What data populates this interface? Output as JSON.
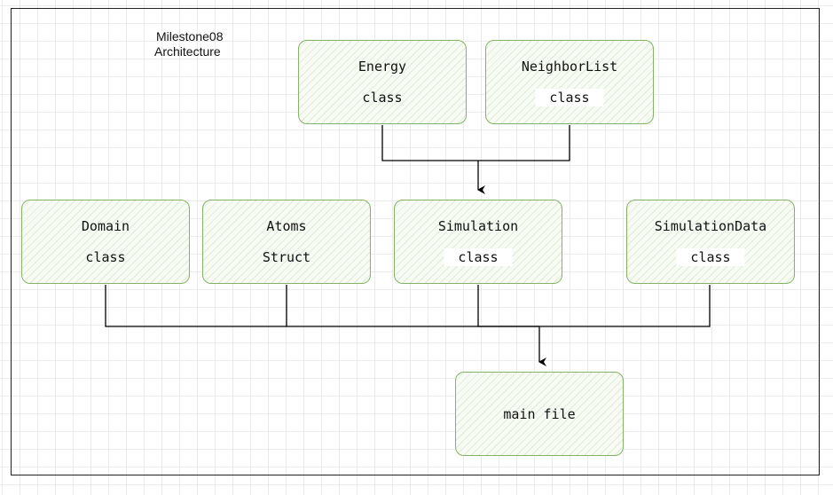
{
  "diagram": {
    "title_lines": [
      "Milestone08",
      "Architecture"
    ],
    "colors": {
      "node_border": "#82b366",
      "node_hatch": "#82b366",
      "edge": "#000000"
    },
    "nodes": {
      "energy": {
        "name": "Energy",
        "kind": "class"
      },
      "neighborlist": {
        "name": "NeighborList",
        "kind": "class"
      },
      "domain": {
        "name": "Domain",
        "kind": "class"
      },
      "atoms": {
        "name": "Atoms",
        "kind": "Struct"
      },
      "simulation": {
        "name": "Simulation",
        "kind": "class"
      },
      "simulationdata": {
        "name": "SimulationData",
        "kind": "class"
      },
      "main": {
        "name": "main file"
      }
    },
    "edges": [
      {
        "from": "energy",
        "to": "simulation"
      },
      {
        "from": "neighborlist",
        "to": "simulation"
      },
      {
        "from": "domain",
        "to": "main"
      },
      {
        "from": "atoms",
        "to": "main"
      },
      {
        "from": "simulation",
        "to": "main"
      },
      {
        "from": "simulationdata",
        "to": "main"
      }
    ]
  }
}
